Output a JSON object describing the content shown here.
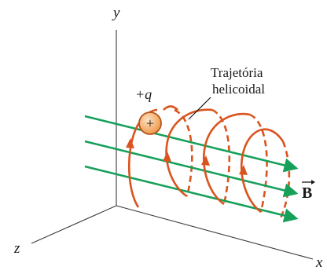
{
  "axes": {
    "y": "y",
    "z": "z",
    "x": "x"
  },
  "charge": {
    "label": "+q",
    "symbol": "+"
  },
  "trajectory_label": {
    "line1": "Trajetória",
    "line2": "helicoidal"
  },
  "field": {
    "label": "B"
  },
  "colors": {
    "axis": "#3a3a3a",
    "helix": "#d9541e",
    "field_arrow": "#16a05a",
    "charge_fill": "#f0a55a",
    "charge_stroke": "#b5541c"
  }
}
